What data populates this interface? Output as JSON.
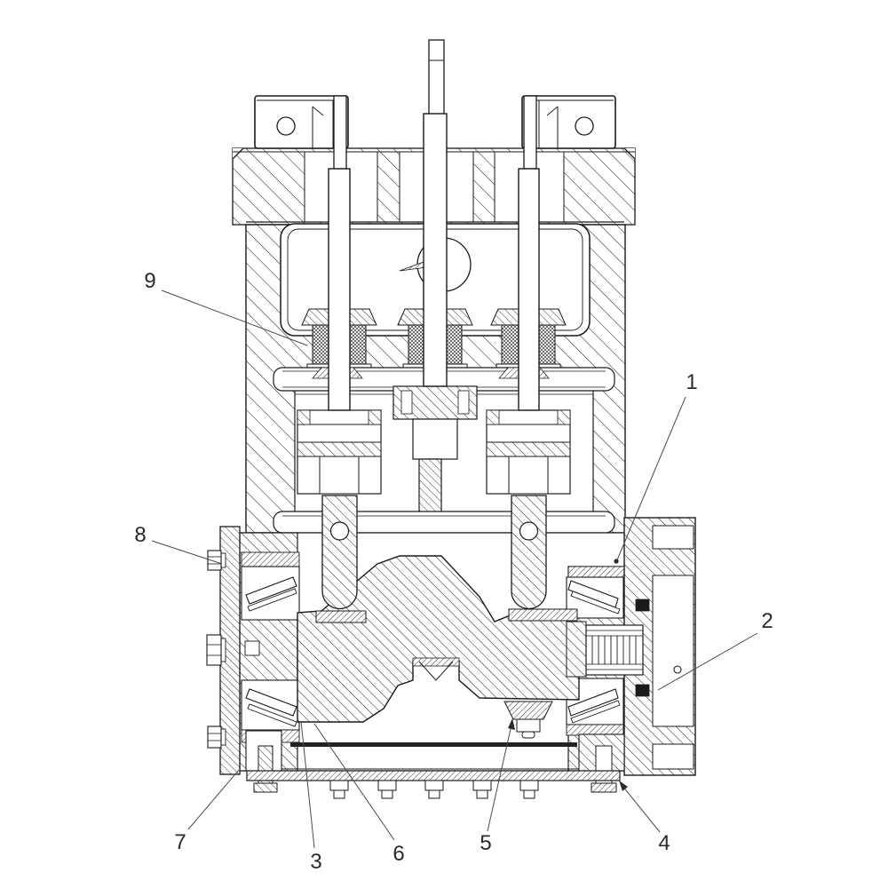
{
  "figure": {
    "kind": "sectional-technical-drawing",
    "background_color": "#ffffff",
    "line_color": "#1a1a1a",
    "callouts": [
      {
        "label": "1"
      },
      {
        "label": "2"
      },
      {
        "label": "3"
      },
      {
        "label": "4"
      },
      {
        "label": "5"
      },
      {
        "label": "6"
      },
      {
        "label": "7"
      },
      {
        "label": "8"
      },
      {
        "label": "9"
      }
    ]
  }
}
